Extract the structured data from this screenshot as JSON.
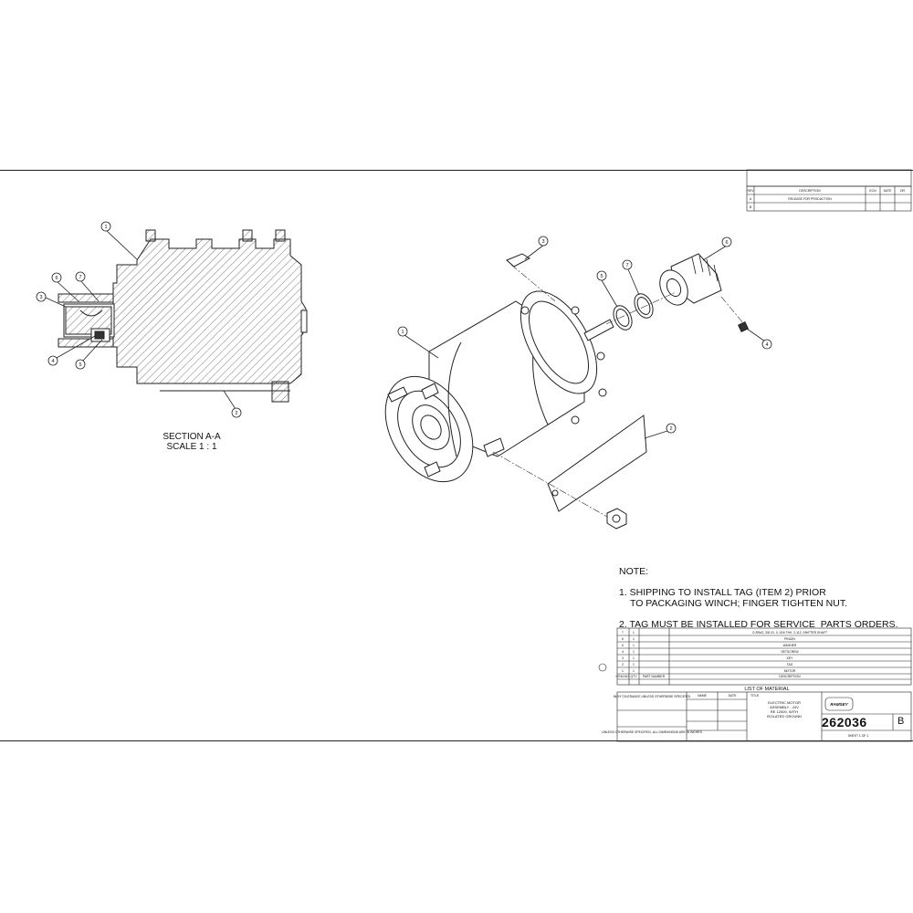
{
  "section": {
    "title": "SECTION A-A",
    "scale": "SCALE 1 : 1"
  },
  "notes": {
    "heading": "NOTE:",
    "note1_line1": "1. SHIPPING TO INSTALL TAG (ITEM 2) PRIOR",
    "note1_line2": "TO PACKAGING WINCH; FINGER TIGHTEN NUT.",
    "note2": "2. TAG MUST BE INSTALLED FOR SERVICE  PARTS ORDERS."
  },
  "balloons": {
    "sec_1": "1",
    "sec_2": "2",
    "sec_3": "3",
    "sec_4": "4",
    "sec_5": "5",
    "sec_6": "6",
    "sec_7": "7",
    "exp_1": "1",
    "exp_2": "2",
    "exp_3": "3",
    "exp_4": "4",
    "exp_5": "5",
    "exp_6": "6",
    "exp_7": "7"
  },
  "revision_block": {
    "headers": [
      "REV",
      "DESCRIPTION",
      "ECN",
      "DATE",
      "DR."
    ],
    "rows": [
      [
        "A",
        "RELEASE FOR PRODUCTION",
        "",
        "",
        ""
      ],
      [
        "B",
        "",
        "",
        "",
        ""
      ]
    ]
  },
  "bom": {
    "title": "LIST OF MATERIAL",
    "headers": [
      "ITEM NO.",
      "QTY",
      "PART NUMBER",
      "DESCRIPTION"
    ],
    "rows": [
      [
        "7",
        "1",
        "",
        "O-RING, 3/8 I.D. X 1/16 THK, 2-112, SHIFTER SHAFT"
      ],
      [
        "6",
        "1",
        "",
        "PINION"
      ],
      [
        "5",
        "1",
        "",
        "WASHER"
      ],
      [
        "4",
        "1",
        "",
        "SETSCREW"
      ],
      [
        "3",
        "1",
        "",
        "KEY"
      ],
      [
        "2",
        "1",
        "",
        "TAG"
      ],
      [
        "1",
        "1",
        "",
        "MOTOR"
      ]
    ]
  },
  "title_block": {
    "tolerance_heading": "INCH TOLERANCE UNLESS OTHERWISE SPECIFIED",
    "dimensions_note": "UNLESS OTHERWISE SPECIFIED, ALL DIMENSIONS ARE IN INCHES",
    "title_lines": [
      "ELECTRIC MOTOR",
      "ASSEMBLY - 24V",
      "RE 12000, WITH",
      "ISOLATED GROUND"
    ],
    "part_number": "262036",
    "rev": "B",
    "sheet_text": "SHEET  1  OF  1",
    "name_header": "NAME",
    "date_header": "DATE",
    "title_header": "TITLE",
    "logo_text": "RAMSEY"
  },
  "colors": {
    "line": "#222222",
    "hatch": "#555555",
    "background": "#ffffff"
  }
}
